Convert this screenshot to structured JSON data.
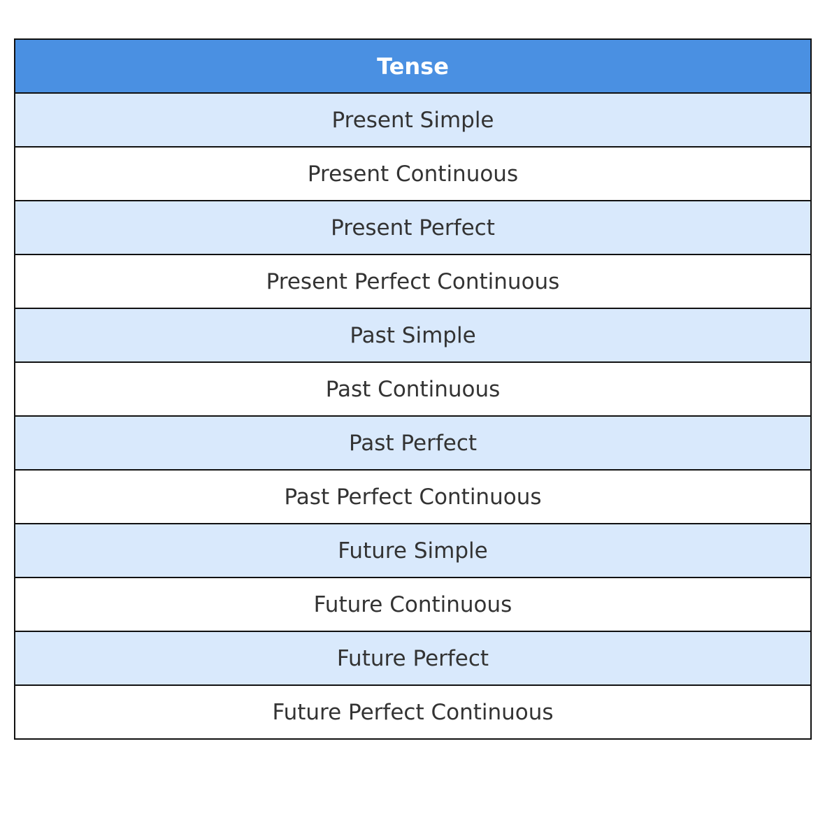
{
  "chart_data": {
    "type": "table",
    "columns": [
      "Tense"
    ],
    "rows": [
      [
        "Present Simple"
      ],
      [
        "Present Continuous"
      ],
      [
        "Present Perfect"
      ],
      [
        "Present Perfect Continuous"
      ],
      [
        "Past Simple"
      ],
      [
        "Past Continuous"
      ],
      [
        "Past Perfect"
      ],
      [
        "Past Perfect Continuous"
      ],
      [
        "Future Simple"
      ],
      [
        "Future Continuous"
      ],
      [
        "Future Perfect"
      ],
      [
        "Future Perfect Continuous"
      ]
    ],
    "colors": {
      "header_background": "#4a90e2",
      "header_text": "#ffffff",
      "row_band": "#d9e9fc",
      "row_plain": "#ffffff",
      "cell_text": "#333333",
      "border": "#111111"
    }
  }
}
